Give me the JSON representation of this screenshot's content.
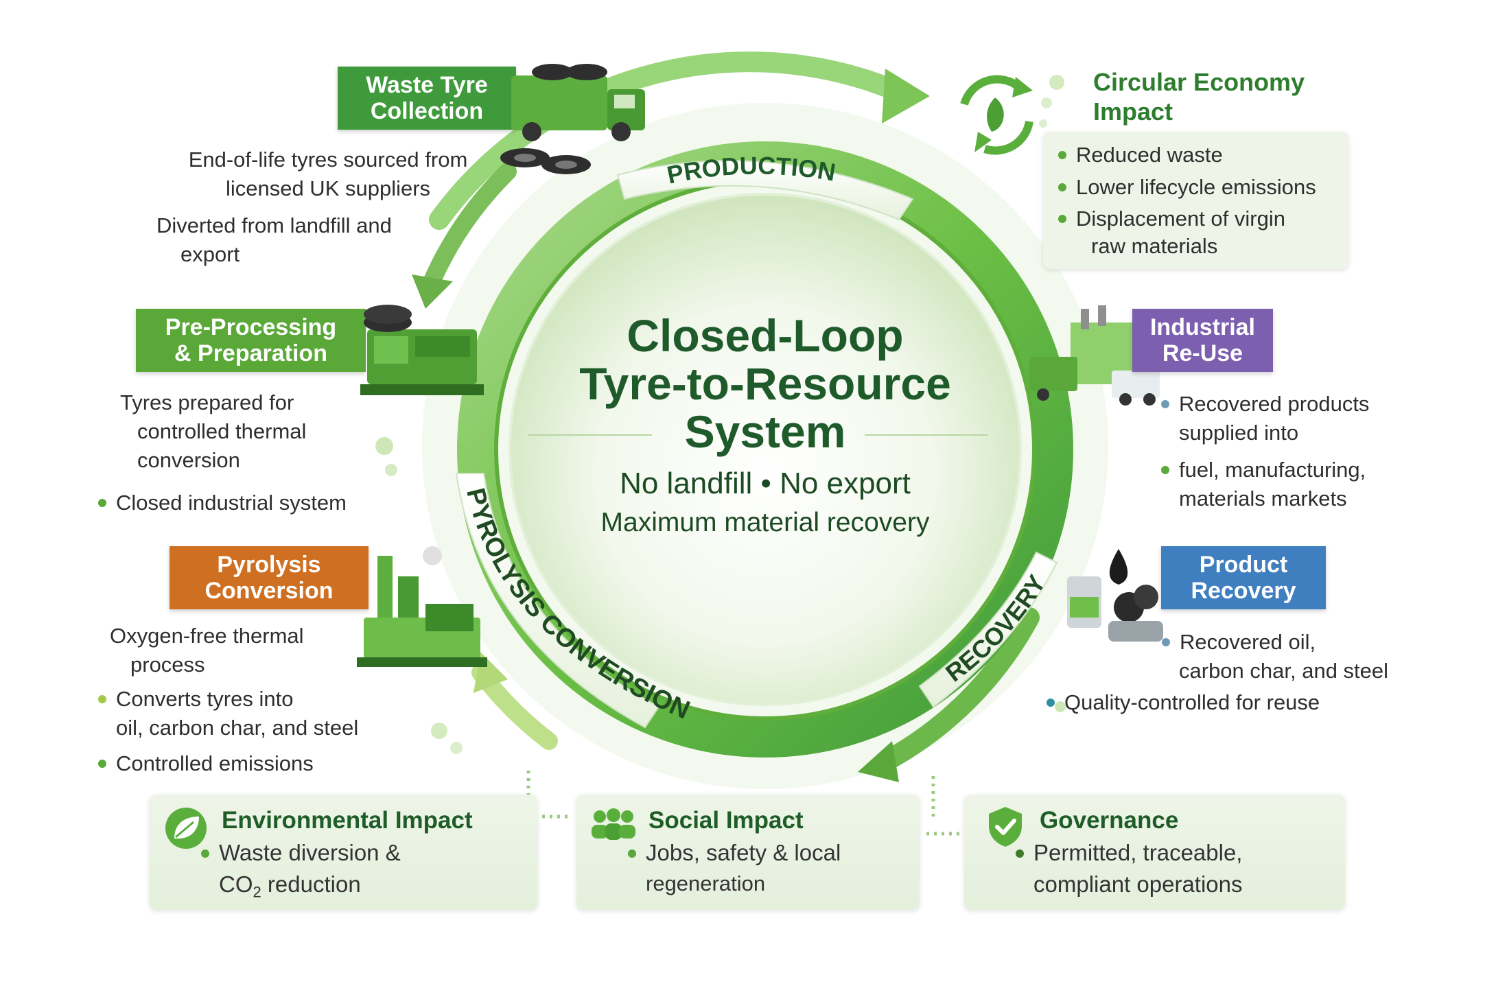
{
  "center": {
    "title_line1": "Closed-Loop",
    "title_line2": "Tyre-to-Resource",
    "title_line3": "System",
    "sub1": "No landfill • No export",
    "sub2": "Maximum material recovery"
  },
  "ring_labels": {
    "production": "PRODUCTION",
    "pyrolysis": "PYROLYSIS CONVERSION",
    "recovery": "RECOVERY"
  },
  "stages": {
    "waste_collection": {
      "label": "Waste Tyre\nCollection",
      "line1": "End-of-life tyres sourced from",
      "line2": "licensed UK suppliers",
      "line3": "Diverted from landfill and",
      "line4": "export",
      "color": "#3e9a3a",
      "icon": "truck-with-tyres-icon"
    },
    "pre_processing": {
      "label": "Pre-Processing\n& Preparation",
      "line1": "Tyres prepared for",
      "line2": "controlled thermal",
      "line3": "conversion",
      "bullet1": "Closed industrial system",
      "color": "#5aa838",
      "icon": "shredder-machine-icon"
    },
    "pyrolysis": {
      "label": "Pyrolysis\nConversion",
      "line1": "Oxygen-free thermal",
      "line2": "process",
      "bullet1a": "Converts tyres into",
      "bullet1b": "oil, carbon char, and steel",
      "bullet2": "Controlled emissions",
      "color": "#cf6f22",
      "icon": "pyrolysis-plant-icon"
    },
    "circular_economy": {
      "label_line1": "Circular Economy",
      "label_line2": "Impact",
      "bullet1": "Reduced waste",
      "bullet2": "Lower lifecycle emissions",
      "bullet3a": "Displacement of virgin",
      "bullet3b": "raw materials",
      "icon": "recycle-leaf-icon"
    },
    "industrial_reuse": {
      "label": "Industrial\nRe-Use",
      "bullet1a": "Recovered products",
      "bullet1b": "supplied into",
      "bullet2a": "fuel, manufacturing,",
      "bullet2b": "materials markets",
      "color": "#7d5fb0",
      "icon": "factory-trucks-icon"
    },
    "product_recovery": {
      "label": "Product\nRecovery",
      "bullet1a": "Recovered oil,",
      "bullet1b": "carbon char, and steel",
      "bullet2": "Quality-controlled for reuse",
      "color": "#3f7fbf",
      "icon": "oil-char-steel-icon"
    }
  },
  "impact_cards": {
    "environmental": {
      "title": "Environmental Impact",
      "line1": "Waste diversion &",
      "line2a": "CO",
      "line2sub": "2",
      "line2b": " reduction",
      "icon": "leaf-icon"
    },
    "social": {
      "title": "Social Impact",
      "line1": "Jobs, safety & local",
      "line2": "regeneration",
      "icon": "people-group-icon"
    },
    "governance": {
      "title": "Governance",
      "line1": "Permitted, traceable,",
      "line2": "compliant operations",
      "icon": "shield-check-icon"
    }
  }
}
